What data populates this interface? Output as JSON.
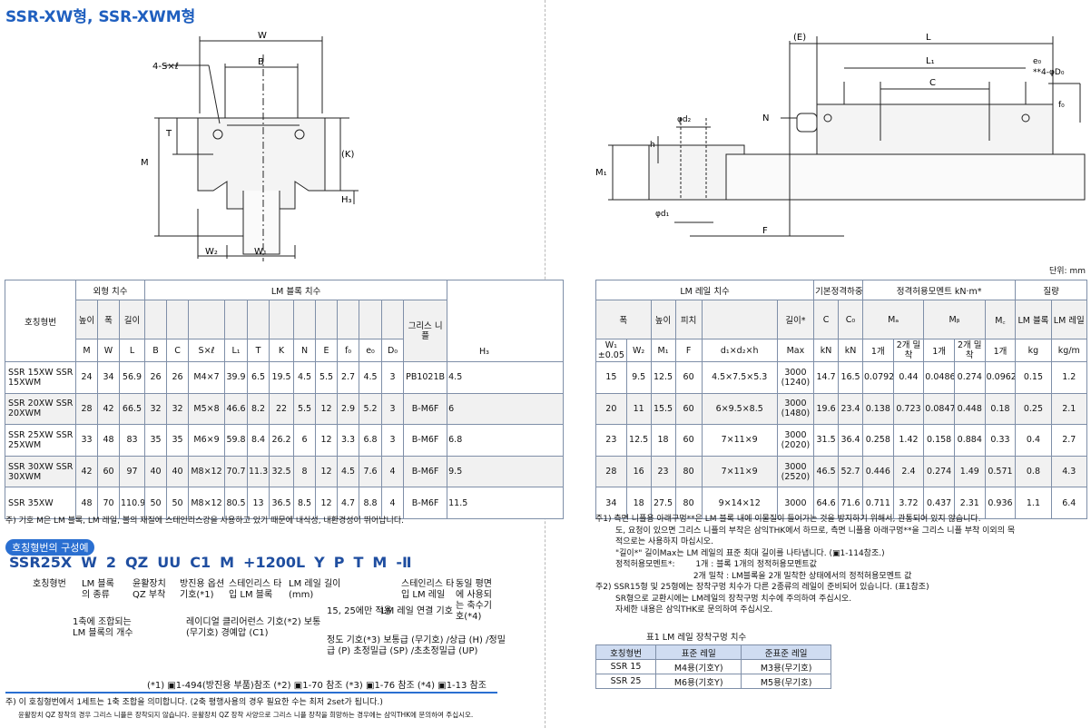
{
  "title": "SSR-XW형, SSR-XWM형",
  "unit": "단위: mm",
  "drawing_left": {
    "labels": [
      "W",
      "B",
      "4-S×ℓ",
      "T",
      "M",
      "(K)",
      "H₃",
      "W₂",
      "W₁"
    ]
  },
  "drawing_right": {
    "labels": [
      "(E)",
      "L",
      "L₁",
      "e₀",
      "**4-φD₀",
      "C",
      "f₀",
      "N",
      "φd₂",
      "h",
      "M₁",
      "φd₁",
      "F"
    ]
  },
  "table": {
    "h_model": "호칭형번",
    "h_outer": "외형 치수",
    "h_block": "LM 블록 치수",
    "h_rail": "LM 레일 치수",
    "h_load": "기본정격하중",
    "h_moment": "정격허용모멘트 kN·m*",
    "h_mass": "질량",
    "h_height": "높이",
    "h_width": "폭",
    "h_length": "길이",
    "h_grease": "그리스 니플",
    "h_width2": "폭",
    "h_height2": "높이",
    "h_pitch": "피치",
    "h_length2": "길이*",
    "h_mblock": "LM 블록",
    "h_mrail": "LM 레일",
    "sub": {
      "M": "M",
      "W": "W",
      "L": "L",
      "B": "B",
      "C": "C",
      "Sl": "S×ℓ",
      "L1": "L₁",
      "T": "T",
      "K": "K",
      "N": "N",
      "E": "E",
      "f0": "f₀",
      "e0": "e₀",
      "D0": "D₀",
      "H3": "H₃",
      "W1": "W₁ ±0.05",
      "W2": "W₂",
      "M1": "M₁",
      "F": "F",
      "dxh": "d₁×d₂×h",
      "Max": "Max",
      "Cd": "C",
      "C0": "C₀",
      "MA": "Mₐ",
      "MB": "Mᵦ",
      "MC": "M꜀",
      "one": "1개",
      "two": "2개 밀착",
      "kN": "kN",
      "kg": "kg",
      "kgm": "kg/m"
    },
    "rows": [
      {
        "model": "SSR 15XW SSR 15XWM",
        "M": "24",
        "W": "34",
        "L": "56.9",
        "B": "26",
        "C": "26",
        "Sl": "M4×7",
        "L1": "39.9",
        "T": "6.5",
        "K": "19.5",
        "N": "4.5",
        "E": "5.5",
        "f0": "2.7",
        "e0": "4.5",
        "D0": "3",
        "grease": "PB1021B",
        "H3": "4.5",
        "W1": "15",
        "W2": "9.5",
        "M1": "12.5",
        "F": "60",
        "dxh": "4.5×7.5×5.3",
        "Max": "3000 (1240)",
        "Cd": "14.7",
        "C0": "16.5",
        "MA1": "0.0792",
        "MA2": "0.44",
        "MB1": "0.0486",
        "MB2": "0.274",
        "MC1": "0.0962",
        "kg": "0.15",
        "kgm": "1.2"
      },
      {
        "model": "SSR 20XW SSR 20XWM",
        "M": "28",
        "W": "42",
        "L": "66.5",
        "B": "32",
        "C": "32",
        "Sl": "M5×8",
        "L1": "46.6",
        "T": "8.2",
        "K": "22",
        "N": "5.5",
        "E": "12",
        "f0": "2.9",
        "e0": "5.2",
        "D0": "3",
        "grease": "B-M6F",
        "H3": "6",
        "W1": "20",
        "W2": "11",
        "M1": "15.5",
        "F": "60",
        "dxh": "6×9.5×8.5",
        "Max": "3000 (1480)",
        "Cd": "19.6",
        "C0": "23.4",
        "MA1": "0.138",
        "MA2": "0.723",
        "MB1": "0.0847",
        "MB2": "0.448",
        "MC1": "0.18",
        "kg": "0.25",
        "kgm": "2.1"
      },
      {
        "model": "SSR 25XW SSR 25XWM",
        "M": "33",
        "W": "48",
        "L": "83",
        "B": "35",
        "C": "35",
        "Sl": "M6×9",
        "L1": "59.8",
        "T": "8.4",
        "K": "26.2",
        "N": "6",
        "E": "12",
        "f0": "3.3",
        "e0": "6.8",
        "D0": "3",
        "grease": "B-M6F",
        "H3": "6.8",
        "W1": "23",
        "W2": "12.5",
        "M1": "18",
        "F": "60",
        "dxh": "7×11×9",
        "Max": "3000 (2020)",
        "Cd": "31.5",
        "C0": "36.4",
        "MA1": "0.258",
        "MA2": "1.42",
        "MB1": "0.158",
        "MB2": "0.884",
        "MC1": "0.33",
        "kg": "0.4",
        "kgm": "2.7"
      },
      {
        "model": "SSR 30XW SSR 30XWM",
        "M": "42",
        "W": "60",
        "L": "97",
        "B": "40",
        "C": "40",
        "Sl": "M8×12",
        "L1": "70.7",
        "T": "11.3",
        "K": "32.5",
        "N": "8",
        "E": "12",
        "f0": "4.5",
        "e0": "7.6",
        "D0": "4",
        "grease": "B-M6F",
        "H3": "9.5",
        "W1": "28",
        "W2": "16",
        "M1": "23",
        "F": "80",
        "dxh": "7×11×9",
        "Max": "3000 (2520)",
        "Cd": "46.5",
        "C0": "52.7",
        "MA1": "0.446",
        "MA2": "2.4",
        "MB1": "0.274",
        "MB2": "1.49",
        "MC1": "0.571",
        "kg": "0.8",
        "kgm": "4.3"
      },
      {
        "model": "SSR 35XW",
        "M": "48",
        "W": "70",
        "L": "110.9",
        "B": "50",
        "C": "50",
        "Sl": "M8×12",
        "L1": "80.5",
        "T": "13",
        "K": "36.5",
        "N": "8.5",
        "E": "12",
        "f0": "4.7",
        "e0": "8.8",
        "D0": "4",
        "grease": "B-M6F",
        "H3": "11.5",
        "W1": "34",
        "W2": "18",
        "M1": "27.5",
        "F": "80",
        "dxh": "9×14×12",
        "Max": "3000",
        "Cd": "64.6",
        "C0": "71.6",
        "MA1": "0.711",
        "MA2": "3.72",
        "MB1": "0.437",
        "MB2": "2.31",
        "MC1": "0.936",
        "kg": "1.1",
        "kgm": "6.4"
      }
    ]
  },
  "note_left": "주) 기호 M은 LM 블록, LM 레일, 볼의 재질에 스테인리스강을 사용하고 있기 때문에 내식성, 내환경성이 뛰어납니다.",
  "config_title": "호칭형번의 구성예",
  "code_parts": [
    "SSR25X",
    "W",
    "2",
    "QZ",
    "UU",
    "C1",
    "M",
    "+1200L",
    "Y",
    "P",
    "T",
    "M",
    "-Ⅱ"
  ],
  "code_labels": {
    "a": "호칭형번",
    "b": "LM 블록의 종류",
    "c": "윤활장치 QZ 부착",
    "d": "방진용 옵션 기호(*1)",
    "e": "스테인리스 타입 LM 블록",
    "f": "LM 레일 길이 (mm)",
    "g": "동일 평면에 사용되는 축수기호(*4)",
    "h": "스테인리스 타입 LM 레일",
    "i": "1축에 조합되는 LM 블록의 개수",
    "j": "레이디얼 클리어런스 기호(*2) 보통 (무기호) 경예압 (C1)",
    "k": "15, 25에만 적용",
    "l": "LM 레일 연결 기호",
    "m": "정도 기호(*3) 보통급 (무기호) /상급 (H) /정밀급 (P) 초정밀급 (SP) /초초정밀급 (UP)"
  },
  "refs": "(*1) ▣1-494(방진용 부품)참조 (*2) ▣1-70 참조 (*3) ▣1-76 참조 (*4) ▣1-13 참조",
  "note_bottom1": "주) 이 호칭형번에서 1세트는 1축 조합을 의미합니다. (2축 평행사용의 경우 필요한 수는 최저 2set가 됩니다.)",
  "note_bottom2": "윤활장치 QZ 장착의 경우 그리스 니플은 장착되지 않습니다. 윤활장치 QZ 장착 사양으로 그리스 니플 장착을 희망하는 경우에는 삼익THK에 문의하여 주십시오.",
  "notes_right": [
    "주1) 측면 니플용 아래구멍**은 LM 블록 내에 이물질이 들어가는 것을 방지하기 위해서, 관통되어 있지 않습니다.",
    "도, 요청이 있으면 그리스 니플의 부착은 삼익THK에서 하므로, 측면 니플용 아래구멍**을 그리스 니플 부착 이외의 목",
    "적으로는 사용하지 마십시오.",
    "\"길이*\" 길이Max는 LM 레일의 표준 최대 길이를 나타냅니다. (▣1-114참조.)",
    "정적허용모멘트*:        1개 : 블록 1개의 정적허용모멘트값",
    "                              2개 밀착 : LM블록을 2개 밀착한 상태에서의 정적허용모멘트 값",
    "주2) SSR15형 및 25형에는 장착구멍 치수가 다른 2종류의 레일이 준비되어 있습니다. (표1참조)",
    "SR형으로 교환시에는 LM레일의 장착구멍 치수에 주의하여 주십시오.",
    "자세한 내용은 삼익THK로 문의하여 주십시오."
  ],
  "table1": {
    "caption": "표1   LM 레일 장착구멍 치수",
    "h1": "호칭형번",
    "h2": "표준 레일",
    "h3": "준표준 레일",
    "rows": [
      [
        "SSR 15",
        "M4용(기호Y)",
        "M3용(무기호)"
      ],
      [
        "SSR 25",
        "M6용(기호Y)",
        "M5용(무기호)"
      ]
    ]
  }
}
